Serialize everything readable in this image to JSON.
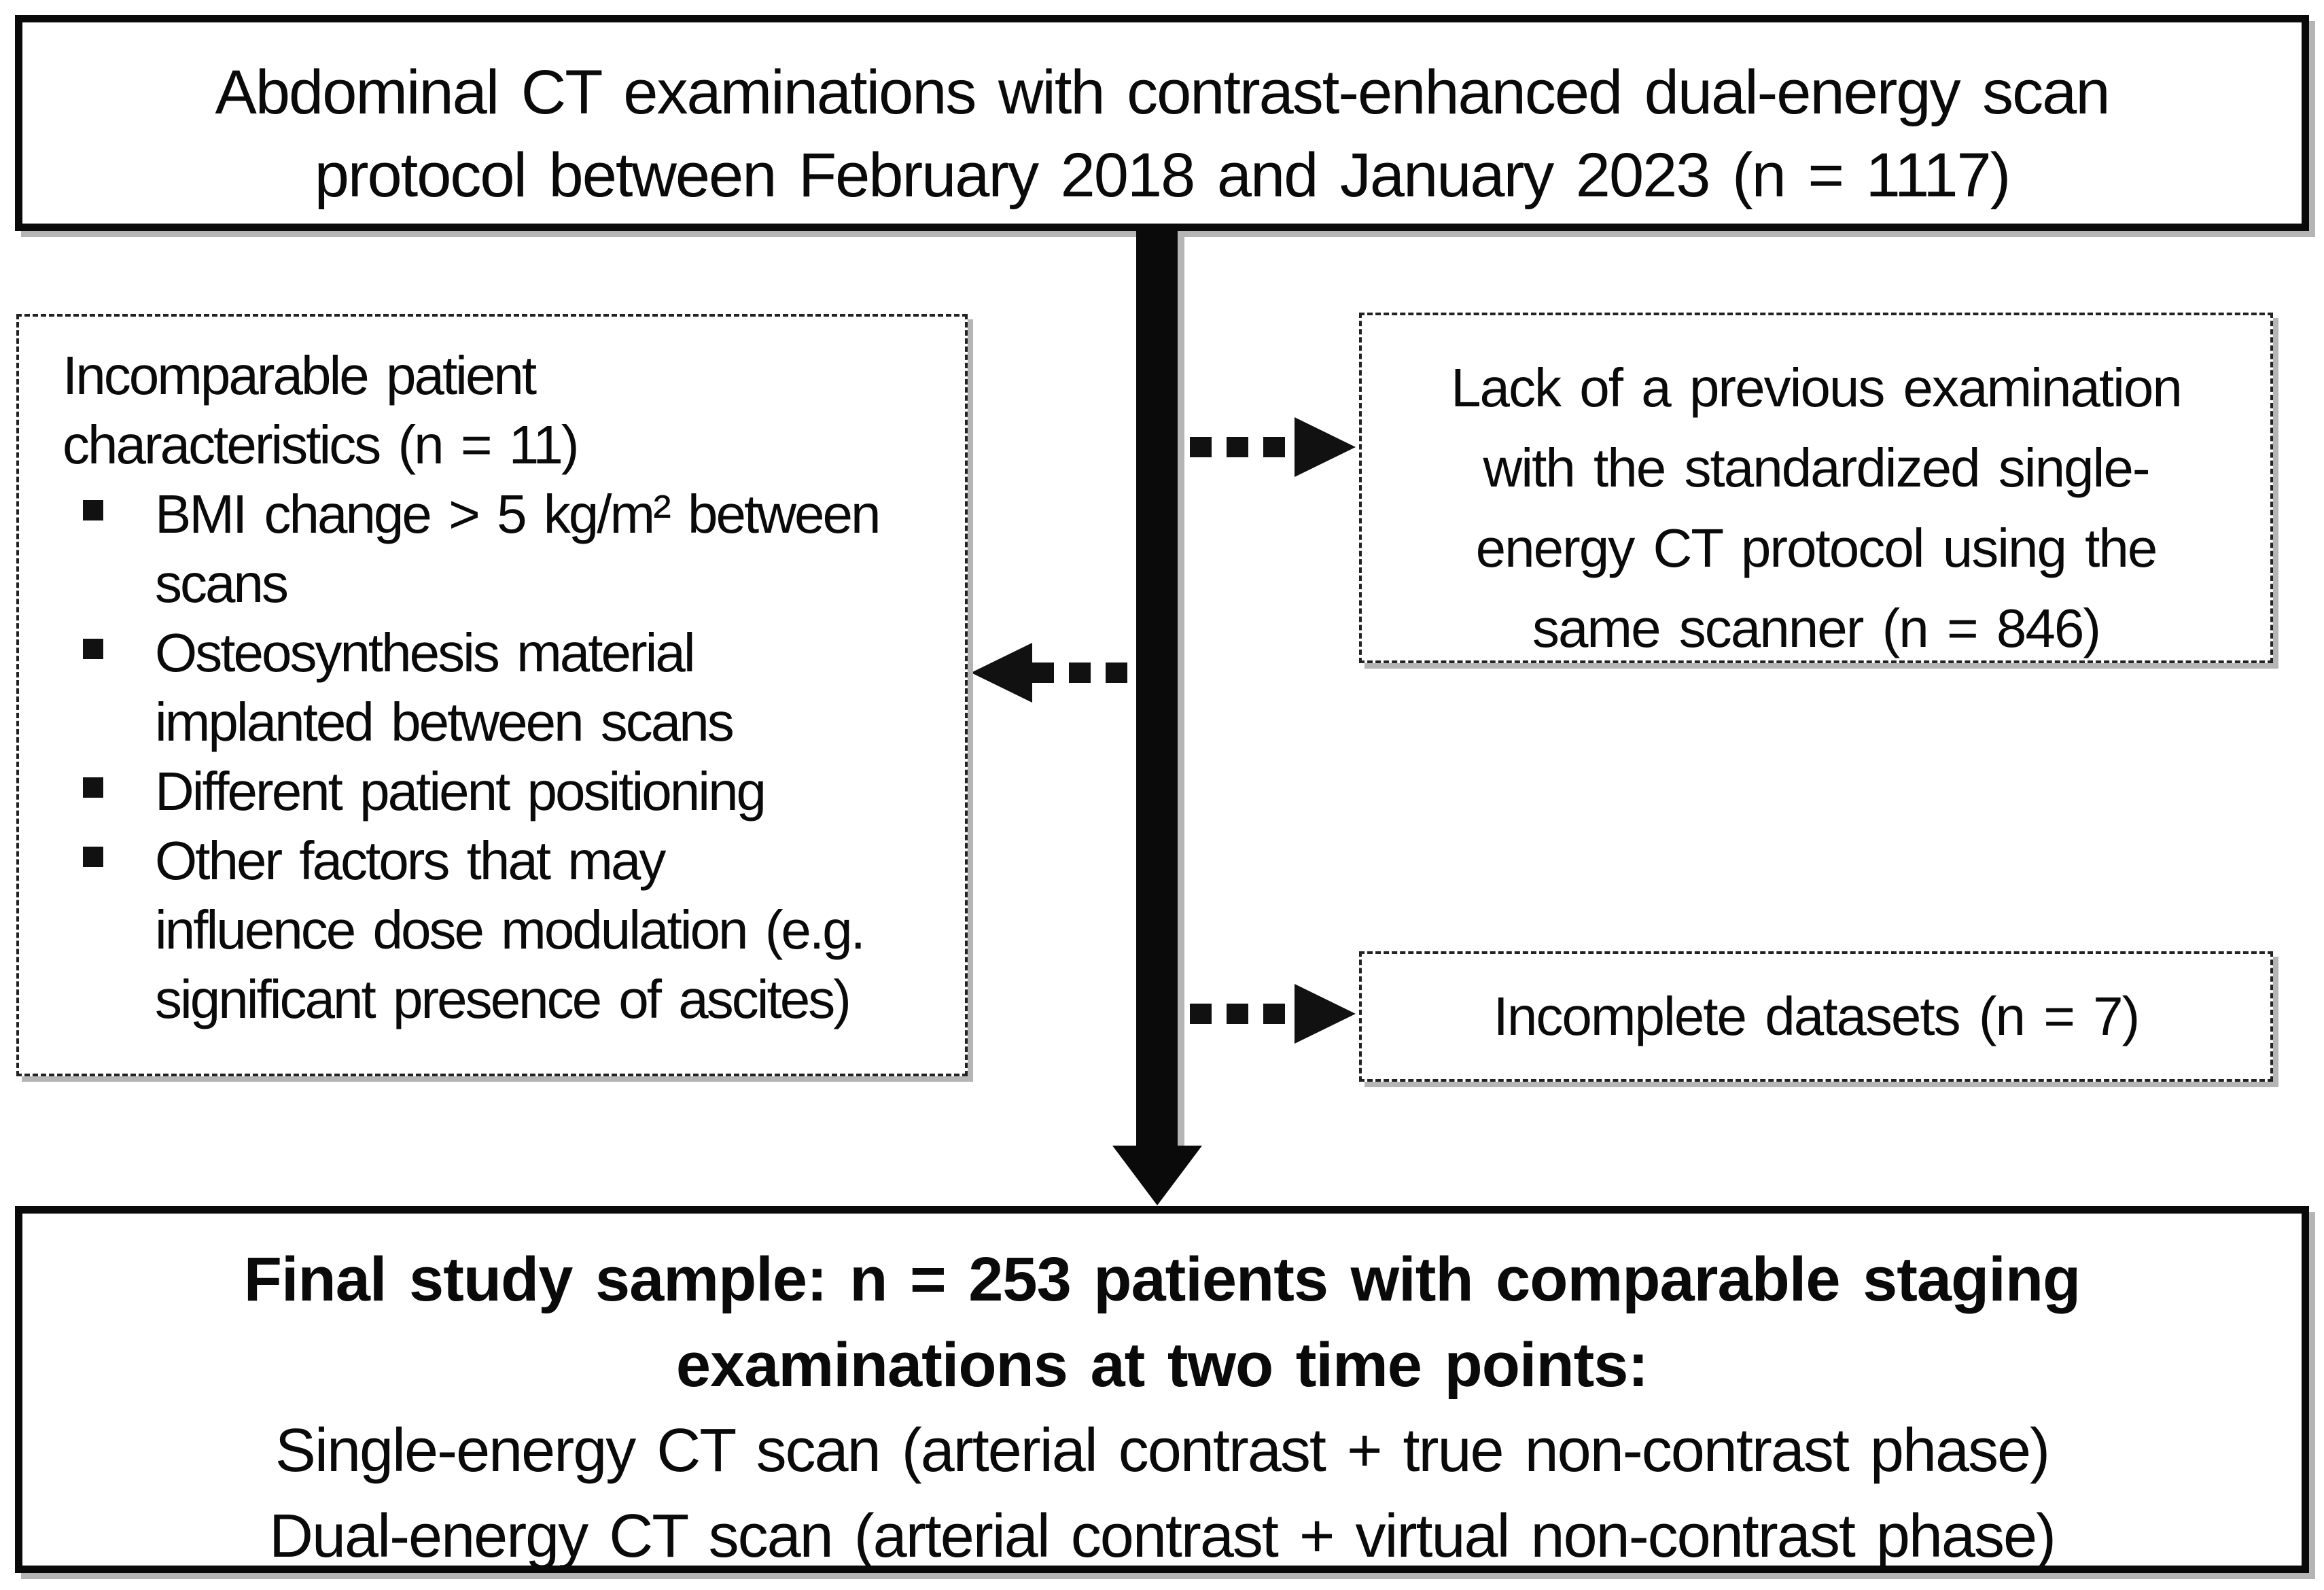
{
  "figure": {
    "type": "study-flow-diagram",
    "colors": {
      "background": "#ffffff",
      "line_black": "#0a0a0a",
      "shadow_gray": "#b5b5b5"
    },
    "icons": {
      "main_flow": "thick-down-arrow-icon",
      "exclusion_links": "dashed-right-arrow-icon / dashed-left-arrow-icon"
    }
  },
  "top_box": {
    "lines": [
      "Abdominal CT examinations with contrast-enhanced dual-energy scan",
      "protocol between February 2018 and January 2023 (n = 1117)"
    ]
  },
  "left_box": {
    "title_lines": [
      "Incomparable patient",
      "characteristics (n = 11)"
    ],
    "bullets": [
      {
        "lines": [
          "BMI change > 5 kg/m² between",
          "scans"
        ]
      },
      {
        "lines": [
          "Osteosynthesis material",
          "implanted between scans"
        ]
      },
      {
        "lines": [
          "Different patient positioning"
        ]
      },
      {
        "lines": [
          "Other factors that may",
          "influence dose modulation (e.g.",
          "significant presence of ascites)"
        ]
      }
    ]
  },
  "right_top_box": {
    "lines": [
      "Lack of a previous examination",
      "with the standardized single-",
      "energy CT protocol using the",
      "same scanner (n = 846)"
    ]
  },
  "right_bottom_box": {
    "lines": [
      "Incomplete datasets (n = 7)"
    ]
  },
  "bottom_box": {
    "bold_lines": [
      "Final study sample: n = 253 patients with comparable staging",
      "examinations at two time points:"
    ],
    "lines": [
      "Single-energy CT scan (arterial contrast + true non-contrast phase)",
      "Dual-energy CT scan (arterial contrast + virtual non-contrast phase)"
    ]
  }
}
